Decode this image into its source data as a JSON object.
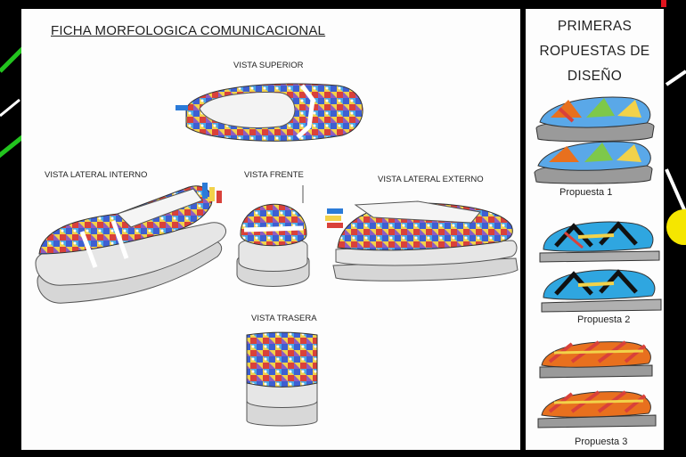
{
  "sheet_title": "FICHA MORFOLOGICA COMUNICACIONAL",
  "views": {
    "superior": "VISTA SUPERIOR",
    "lateral_interno": "VISTA LATERAL INTERNO",
    "frente": "VISTA FRENTE",
    "lateral_externo": "VISTA LATERAL EXTERNO",
    "trasera": "VISTA TRASERA"
  },
  "side_panel": {
    "title_line1": "PRIMERAS",
    "title_line2": "ROPUESTAS DE",
    "title_line3": "DISEÑO",
    "proposals": [
      "Propuesta 1",
      "Propuesta 2",
      "Propuesta 3"
    ]
  },
  "colors": {
    "background": "#000000",
    "sheet": "#fdfdfd",
    "accent_green": "#22c41e",
    "accent_yellow": "#f5e600",
    "accent_red": "#e0141e",
    "proposal1_base": "#5aa8e8",
    "proposal2_base": "#2fa6e0",
    "proposal3_base": "#e8701e"
  }
}
